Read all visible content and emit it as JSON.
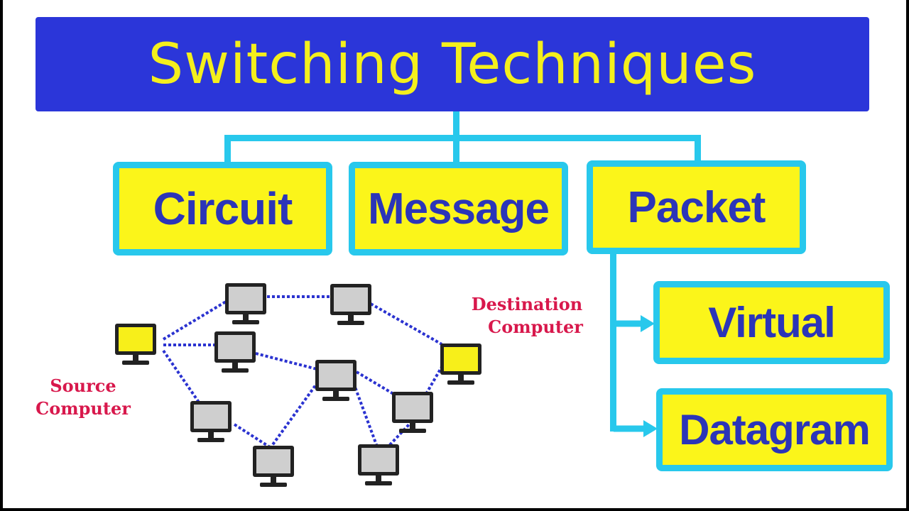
{
  "title": "Switching Techniques",
  "categories": {
    "circuit": "Circuit",
    "message": "Message",
    "packet": "Packet"
  },
  "packet_types": {
    "virtual": "Virtual",
    "datagram": "Datagram"
  },
  "network": {
    "source_line1": "Source",
    "source_line2": "Computer",
    "destination_line1": "Destination",
    "destination_line2": "Computer"
  },
  "colors": {
    "title_bg": "#2b36d9",
    "title_text": "#f4ef1c",
    "box_fill": "#fbf51a",
    "box_border": "#28c8ec",
    "box_text": "#2b35b8",
    "link_dotted": "#2a32d0",
    "caption_text": "#d8184c"
  }
}
